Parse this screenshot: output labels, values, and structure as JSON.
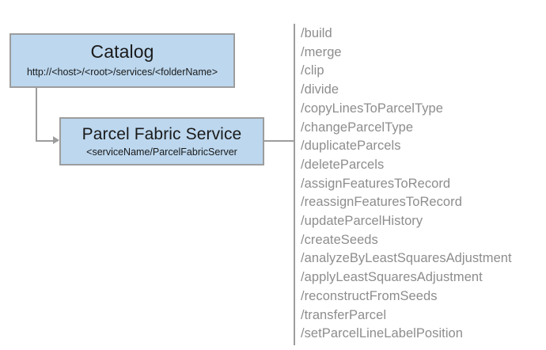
{
  "diagram": {
    "type": "service-endpoint-diagram",
    "colors": {
      "node_fill": "#bcd7ee",
      "node_border": "#9d9d9d",
      "connector": "#9d9d9d",
      "list_text": "#8d8d8d",
      "node_text": "#1a1a1a",
      "background": "#ffffff"
    },
    "nodes": [
      {
        "id": "catalog",
        "title": "Catalog",
        "subtitle": "http://<host>/<root>/services/<folderName>"
      },
      {
        "id": "parcel-fabric-service",
        "title": "Parcel Fabric Service",
        "subtitle": "<serviceName/ParcelFabricServer"
      }
    ],
    "operations": [
      "/build",
      "/merge",
      "/clip",
      "/divide",
      "/copyLinesToParcelType",
      "/changeParcelType",
      "/duplicateParcels",
      "/deleteParcels",
      "/assignFeaturesToRecord",
      "/reassignFeaturesToRecord",
      "/updateParcelHistory",
      "/createSeeds",
      "/analyzeByLeastSquaresAdjustment",
      "/applyLeastSquaresAdjustment",
      "/reconstructFromSeeds",
      "/transferParcel",
      "/setParcelLineLabelPosition"
    ]
  }
}
